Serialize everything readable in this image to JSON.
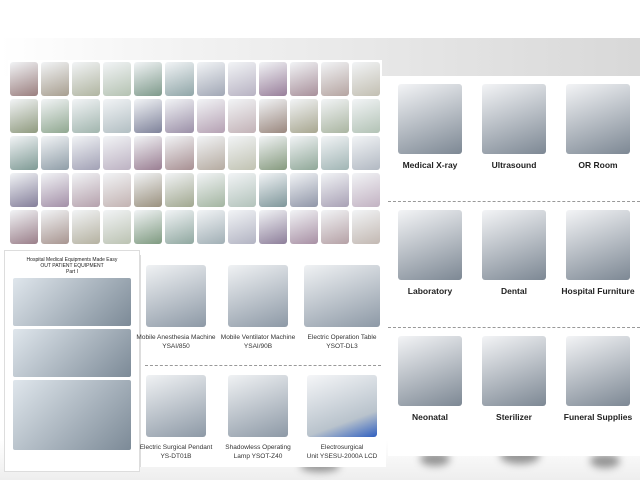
{
  "document": {
    "title": "Hospital Medical Equipments Made Easy",
    "subtitle": "OUT PATIENT EQUIPMENT",
    "part": "Part I"
  },
  "middle": [
    {
      "name": "Mobile Anesthesia Machine",
      "model": "YSAI/850"
    },
    {
      "name": "Mobile Ventilator Machine",
      "model": "YSAI/90B"
    },
    {
      "name": "Electric Operation Table",
      "model": "YSOT-DL3"
    },
    {
      "name": "Electric Surgical Pendant",
      "model": "YS-DT01B"
    },
    {
      "name": "Shadowless Operating",
      "model": "Lamp YSOT-Z40"
    },
    {
      "name": "Electrosurgical",
      "model": "Unit YSESU-2000A LCD"
    }
  ],
  "categories": [
    "Medical X-ray",
    "Ultrasound",
    "OR Room",
    "Laboratory",
    "Dental",
    "Hospital Furniture",
    "Neonatal",
    "Sterilizer",
    "Funeral Supplies"
  ]
}
